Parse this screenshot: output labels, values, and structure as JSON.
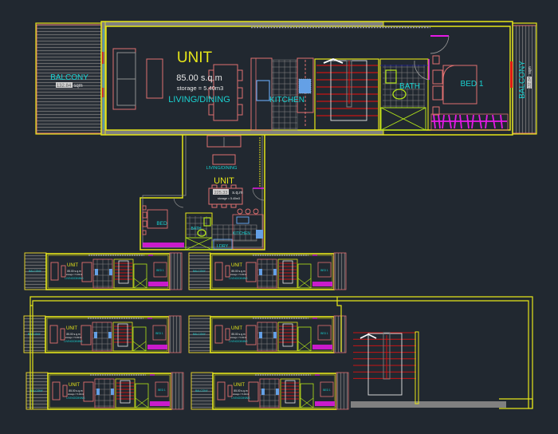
{
  "drawing": {
    "type": "architectural floor plan (CAD model space)",
    "background": "#212830",
    "colors": {
      "wall": "#e6e619",
      "wall_fill": "#808080",
      "furniture": "#e07070",
      "room_label": "#19d2d2",
      "unit_label": "#e6e619",
      "area_text": "#e8e8e8",
      "stair_tread": "#c81414",
      "bath_fixture": "#b4e619",
      "wardrobe": "#e619e6",
      "appliance": "#64a0e6",
      "tile_grid": "#808080",
      "door_swing": "#909090"
    }
  },
  "main_unit": {
    "unit_label": "UNIT",
    "area": "85.00 s.q.m",
    "storage": "storage = 5.40m3",
    "rooms": {
      "living_dining": "LIVING/DINING",
      "kitchen": "KITCHEN",
      "bath": "BATH",
      "bed": "BED 1",
      "balcony_left": "BALCONY",
      "balcony_right": "BALCONY"
    },
    "balcony_area_value": "132.84",
    "balcony_area_unit": "sqm",
    "balcony_right_area_value": "132.84",
    "balcony_right_area_unit": "sqm"
  },
  "second_unit": {
    "unit_label": "UNIT",
    "area_value": "225.33",
    "area_unit": "s.q.m",
    "storage": "storage = 5.40m3",
    "rooms": {
      "living_dining": "LIVING/DINING",
      "bed": "BED",
      "bath": "BATH",
      "kitchen": "KITCHEN",
      "laundry": "LDRY"
    }
  },
  "small_units": [
    {
      "unit_label": "UNIT",
      "area": "85.00 s.q.m",
      "storage": "storage = 5.40m3",
      "living": "LIVING/DINING",
      "bed": "BED 1",
      "balcony": "BALCONY"
    },
    {
      "unit_label": "UNIT",
      "area": "85.00 s.q.m",
      "storage": "storage = 5.40m3",
      "living": "LIVING/DINING",
      "bed": "BED 1",
      "balcony": "BALCONY"
    },
    {
      "unit_label": "UNIT",
      "area": "85.00 s.q.m",
      "storage": "storage = 5.40m3",
      "living": "LIVING/DINING",
      "bed": "BED 1",
      "balcony": "BALCONY"
    },
    {
      "unit_label": "UNIT",
      "area": "85.00 s.q.m",
      "storage": "storage = 5.40m3",
      "living": "LIVING/DINING",
      "bed": "BED 1",
      "balcony": "BALCONY"
    },
    {
      "unit_label": "UNIT",
      "area": "85.00 s.q.m",
      "storage": "storage = 5.40m3",
      "living": "LIVING/DINING",
      "bed": "BED 1",
      "balcony": "BALCONY"
    },
    {
      "unit_label": "UNIT",
      "area": "85.00 s.q.m",
      "storage": "storage = 5.40m3",
      "living": "LIVING/DINING",
      "bed": "BED 1",
      "balcony": "BALCONY"
    }
  ],
  "stair_treads_main": 8,
  "stair_treads_core": 8
}
